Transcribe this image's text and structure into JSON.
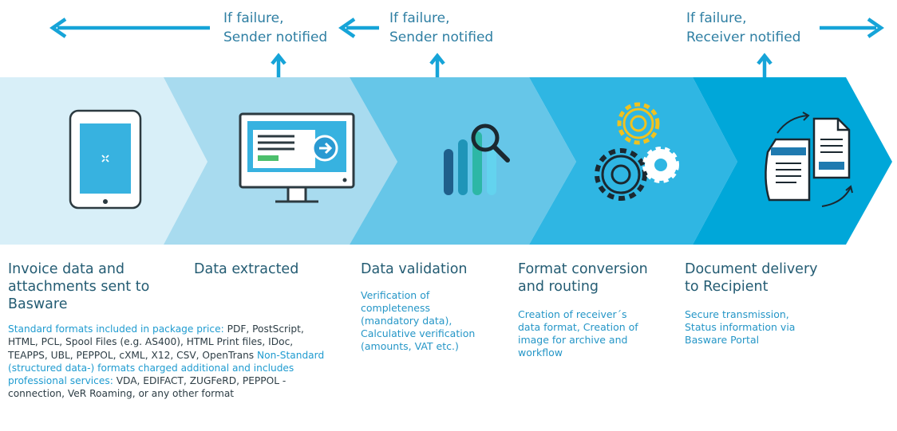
{
  "header": {
    "notes": [
      {
        "line1": "If failure,",
        "line2": "Sender notified"
      },
      {
        "line1": "If failure,",
        "line2": "Sender notified"
      },
      {
        "line1": "If failure,",
        "line2": "Receiver notified"
      }
    ]
  },
  "colors": {
    "band1": "#d8eff8",
    "band2": "#a8dbef",
    "band3": "#66c6e8",
    "band4": "#2fb6e3",
    "band5": "#00a7d9",
    "arrow": "#16a4d8",
    "title": "#245c73",
    "highlight": "#1f9bd0"
  },
  "steps": [
    {
      "title": "Invoice data and\nattachments sent to\nBasware",
      "icon": "tablet-icon"
    },
    {
      "title": "Data extracted",
      "icon": "monitor-icon"
    },
    {
      "title": "Data validation",
      "desc": "Verification of\ncompleteness\n(mandatory data),\nCalculative verification\n(amounts, VAT etc.)",
      "icon": "chart-search-icon"
    },
    {
      "title": "Format conversion\nand routing",
      "desc": "Creation of receiver´s\ndata format, Creation of\nimage for archive and\nworkflow",
      "icon": "gears-icon"
    },
    {
      "title": "Document delivery\nto Recipient",
      "desc": "Secure transmission,\nStatus information via\nBasware Portal",
      "icon": "documents-icon"
    }
  ],
  "formats": {
    "standard_label": "Standard formats included in package price:",
    "standard_list": " PDF, PostScript, HTML, PCL, Spool Files (e.g. AS400), HTML Print files, IDoc, TEAPPS, UBL, PEPPOL, cXML, X12, CSV, OpenTrans ",
    "nonstandard_label": "Non-Standard (structured data-) formats charged additional and includes professional services:",
    "nonstandard_list": " VDA, EDIFACT, ZUGFeRD, PEPPOL -connection, VeR Roaming, or any other format"
  }
}
